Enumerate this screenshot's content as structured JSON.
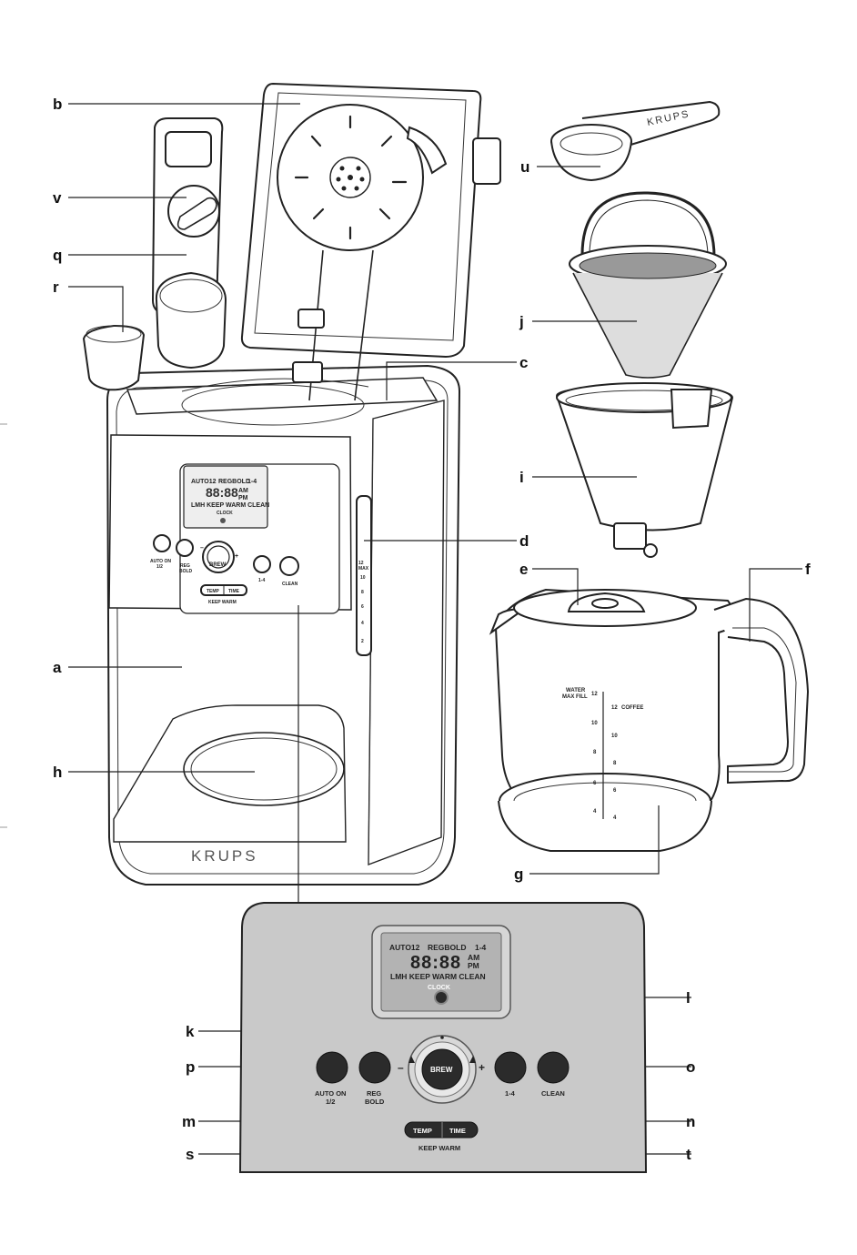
{
  "labels": {
    "a": "a",
    "b": "b",
    "c": "c",
    "d": "d",
    "e": "e",
    "f": "f",
    "g": "g",
    "h": "h",
    "i": "i",
    "j": "j",
    "k": "k",
    "l": "l",
    "m": "m",
    "n": "n",
    "o": "o",
    "p": "p",
    "q": "q",
    "r": "r",
    "s": "s",
    "t": "t",
    "u": "u",
    "v": "v"
  },
  "brand": "KRUPS",
  "display": {
    "line1_auto": "AUTO12",
    "line1_regbold": "REGBOLD",
    "line1_range": "1-4",
    "time": "88:88",
    "am": "AM",
    "pm": "PM",
    "line3": "LMH KEEP WARM CLEAN",
    "clock": "CLOCK"
  },
  "buttons": {
    "auto_on": "AUTO ON",
    "auto_on_sub": "1/2",
    "reg": "REG",
    "bold": "BOLD",
    "brew": "BREW",
    "minus": "–",
    "plus": "+",
    "one_four": "1-4",
    "clean": "CLEAN",
    "temp": "TEMP",
    "time": "TIME",
    "keep_warm": "KEEP WARM"
  },
  "carafe": {
    "water_max_fill": "WATER",
    "water_max_fill2": "MAX FILL",
    "coffee": "COFFEE",
    "left_marks": [
      "12",
      "10",
      "8",
      "6",
      "4"
    ],
    "right_marks": [
      "12",
      "10",
      "8",
      "6",
      "4"
    ]
  },
  "gauge": {
    "marks": [
      "12",
      "MAX",
      "10",
      "8",
      "6",
      "4",
      "2"
    ]
  },
  "colors": {
    "panel": "#c9c9c9",
    "lcd": "#b3b3b3",
    "button": "#2b2b2b",
    "line": "#222222"
  }
}
